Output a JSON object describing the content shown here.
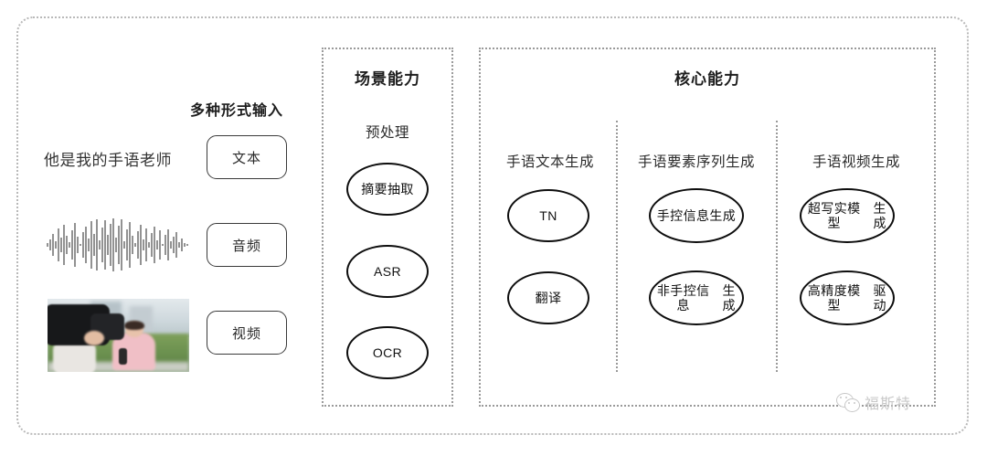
{
  "page": {
    "background": "#ffffff",
    "border_color": "#b9b9b9"
  },
  "input_section": {
    "title": "多种形式输入",
    "items": [
      {
        "name": "text",
        "sample": "他是我的手语老师",
        "chip": "文本"
      },
      {
        "name": "audio",
        "sample": "audio-waveform",
        "chip": "音频"
      },
      {
        "name": "video",
        "sample": "video-thumbnail",
        "chip": "视频"
      }
    ]
  },
  "scene_panel": {
    "title": "场景能力",
    "subtitle": "预处理",
    "nodes": [
      {
        "label": "摘要抽取"
      },
      {
        "label": "ASR"
      },
      {
        "label": "OCR"
      }
    ]
  },
  "core_panel": {
    "title": "核心能力",
    "columns": [
      {
        "header": "手语文本生成",
        "nodes": [
          {
            "line1": "TN",
            "line2": ""
          },
          {
            "line1": "翻译",
            "line2": ""
          }
        ]
      },
      {
        "header": "手语要素序列生成",
        "nodes": [
          {
            "line1": "手控信息",
            "line2": "生成"
          },
          {
            "line1": "非手控信息",
            "line2": "生成"
          }
        ]
      },
      {
        "header": "手语视频生成",
        "nodes": [
          {
            "line1": "超写实模型",
            "line2": "生成"
          },
          {
            "line1": "高精度模型",
            "line2": "驱动"
          }
        ]
      }
    ]
  },
  "watermark": {
    "icon": "wechat-icon",
    "text": "福斯特",
    "color": "#c8c8c8"
  }
}
